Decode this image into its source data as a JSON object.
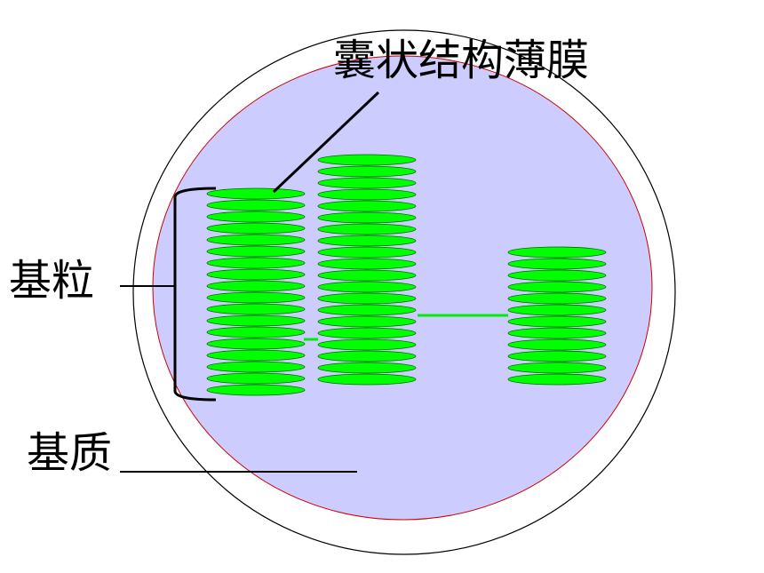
{
  "labels": {
    "thylakoid_membrane": "囊状结构薄膜",
    "granum": "基粒",
    "stroma": "基质"
  },
  "colors": {
    "outer_membrane": "#000000",
    "inner_membrane": "#cc0000",
    "stroma_fill": "#ccccff",
    "thylakoid_fill": "#00ff00",
    "thylakoid_stroke": "#006600",
    "lamella": "#00ee00",
    "leader_line": "#000000"
  },
  "stacks": [
    {
      "name": "granum-left",
      "discs": 18
    },
    {
      "name": "granum-middle",
      "discs": 20
    },
    {
      "name": "granum-right",
      "discs": 12
    }
  ]
}
